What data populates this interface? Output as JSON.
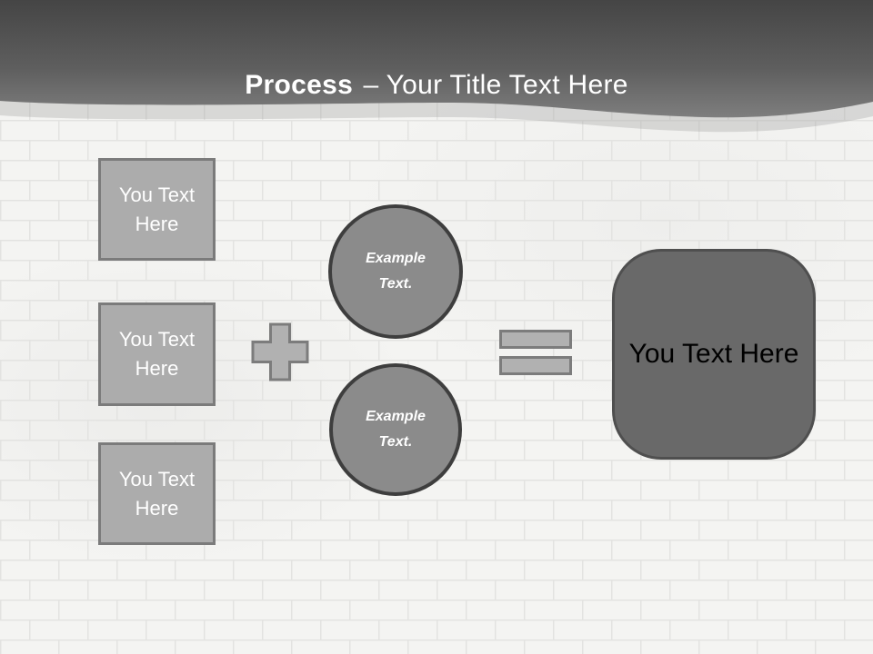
{
  "title": {
    "bold": "Process",
    "rest": "– Your Title Text Here"
  },
  "left_boxes": [
    {
      "label": "You Text Here"
    },
    {
      "label": "You Text Here"
    },
    {
      "label": "You Text Here"
    }
  ],
  "circles": [
    {
      "label": "Example Text."
    },
    {
      "label": "Example Text."
    }
  ],
  "result_box": {
    "label": "You Text Here"
  },
  "icons": {
    "plus": "plus-sign",
    "equals": "equals-sign"
  },
  "colors": {
    "header_gradient_top": "#454545",
    "header_gradient_bottom": "#828282",
    "wall": "#f4f4f2",
    "box_fill": "#acacac",
    "box_border": "#7b7b7b",
    "box_text": "#ffffff",
    "circle_fill": "#8b8b8b",
    "circle_border": "#3e3e3e",
    "circle_text": "#ffffff",
    "light_shape_fill": "#b1b1b1",
    "light_shape_border": "#7c7c7c",
    "result_fill": "#696969",
    "result_border": "#4f4f4f",
    "result_text": "#000000",
    "title_text": "#ffffff"
  }
}
